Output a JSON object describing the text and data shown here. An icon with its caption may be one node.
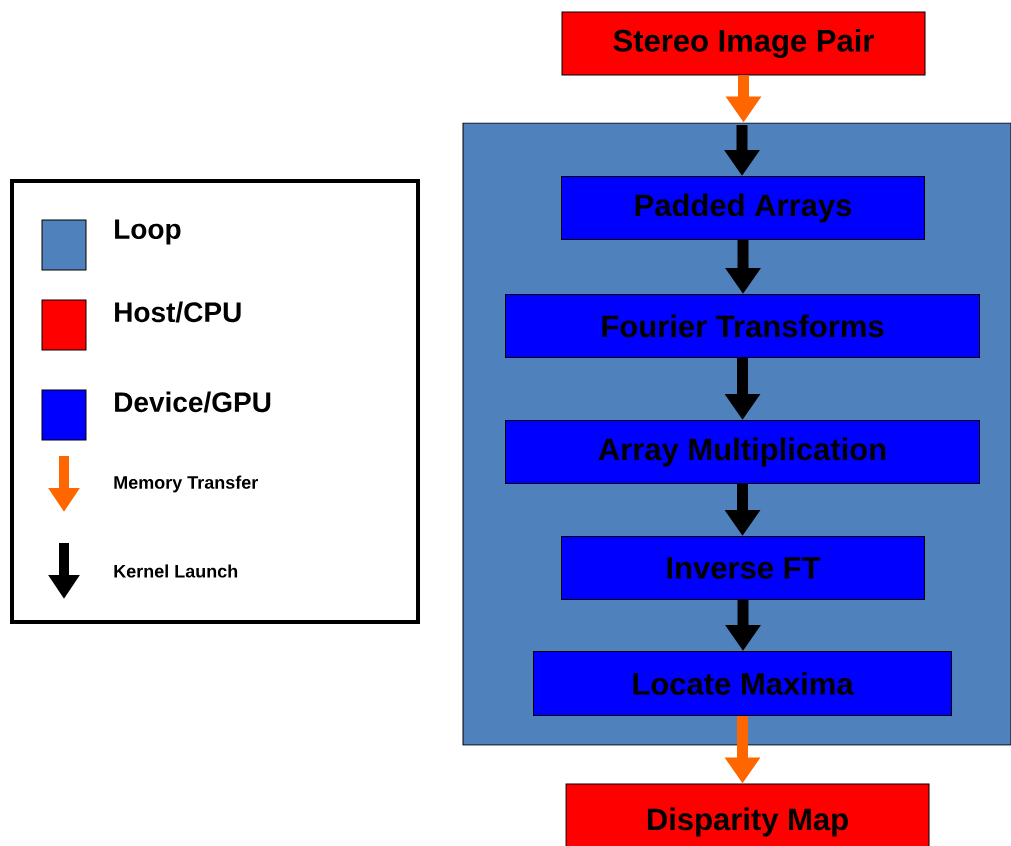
{
  "diagram": {
    "nodes": [
      {
        "text": [
          "Stereo Image Pair"
        ]
      },
      {
        "text": [],
        "shape": "box"
      },
      {
        "text": [
          "Padded Arrays"
        ],
        "in": 1
      },
      {
        "text": [
          "Fourier Transforms"
        ],
        "in": 1
      },
      {
        "text": [
          "Array Multiplication"
        ],
        "in": 1
      },
      {
        "text": [
          "Inverse FT"
        ],
        "in": 1
      },
      {
        "text": [
          "Locate Maxima"
        ],
        "in": 1
      },
      {
        "text": [
          "Disparity Map"
        ]
      }
    ],
    "edges": [
      {
        "from": 0,
        "to": 1,
        "arrow": "to",
        "color": "#ff6600"
      },
      {
        "from": null,
        "to": 2,
        "arrow": "to"
      },
      {
        "from": 2,
        "to": 3,
        "arrow": "to"
      },
      {
        "from": 3,
        "to": 4,
        "arrow": "to"
      },
      {
        "from": 4,
        "to": 5,
        "arrow": "to"
      },
      {
        "from": 5,
        "to": 6,
        "arrow": "to"
      },
      {
        "from": 6,
        "to": 7,
        "arrow": "to",
        "color": "#ff6600"
      }
    ],
    "legend": [
      {
        "text": "Loop",
        "color": "#4f81bd"
      },
      {
        "text": "Host/CPU",
        "color": "#ff0000"
      },
      {
        "text": "Device/GPU",
        "color": "#0000ff"
      },
      {
        "text": "Memory Transfer"
      },
      {
        "text": "Kernel Launch"
      }
    ]
  }
}
